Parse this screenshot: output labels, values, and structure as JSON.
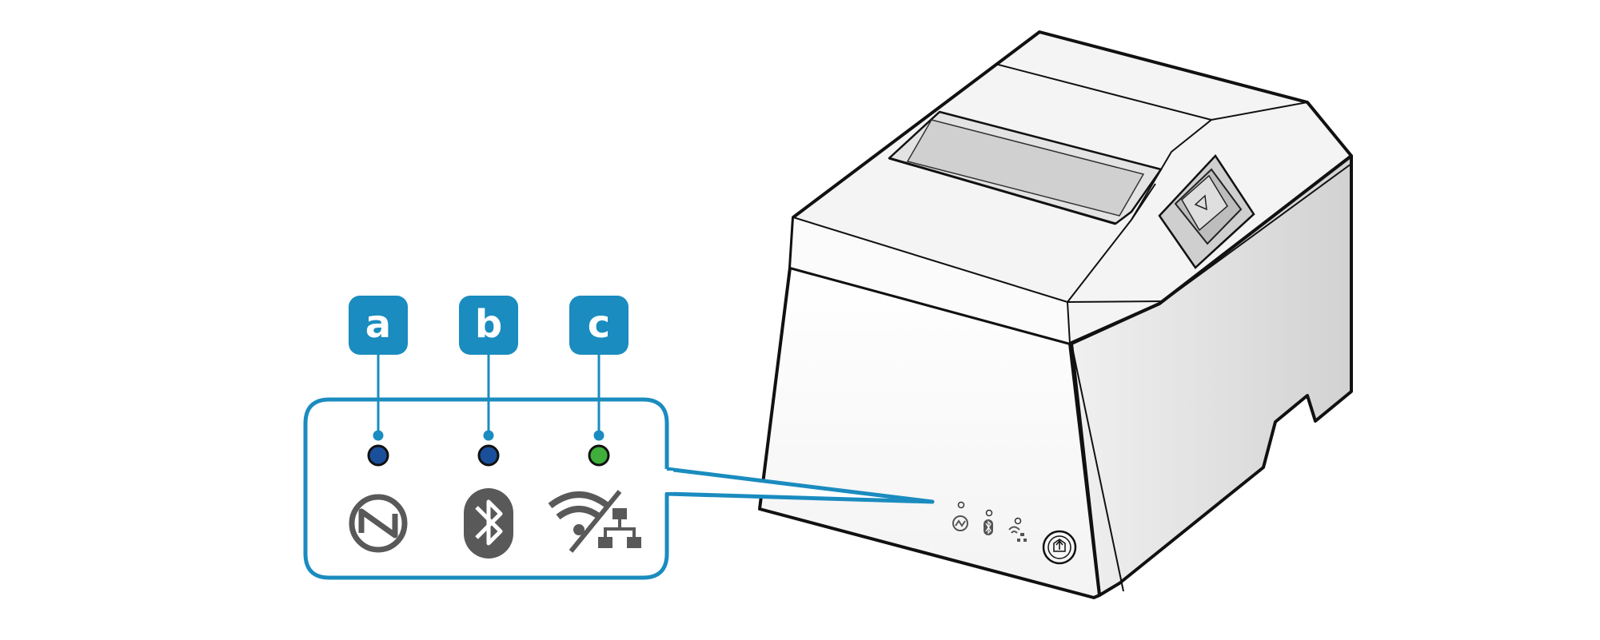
{
  "callouts": [
    {
      "letter": "a",
      "indicator": "power-icon",
      "led_color": "#1a4f9c"
    },
    {
      "letter": "b",
      "indicator": "bluetooth-icon",
      "led_color": "#1a4f9c"
    },
    {
      "letter": "c",
      "indicator": "wifi-lan-icon",
      "led_color": "#3fae3a"
    }
  ],
  "colors": {
    "accent": "#1a8cbf",
    "icon_gray": "#595959",
    "outline": "#111111",
    "printer_top": "#f2f2f2",
    "printer_side": "#d9d9d9",
    "printer_front": "#fafafa",
    "paper_slot": "#e0e0e0"
  }
}
